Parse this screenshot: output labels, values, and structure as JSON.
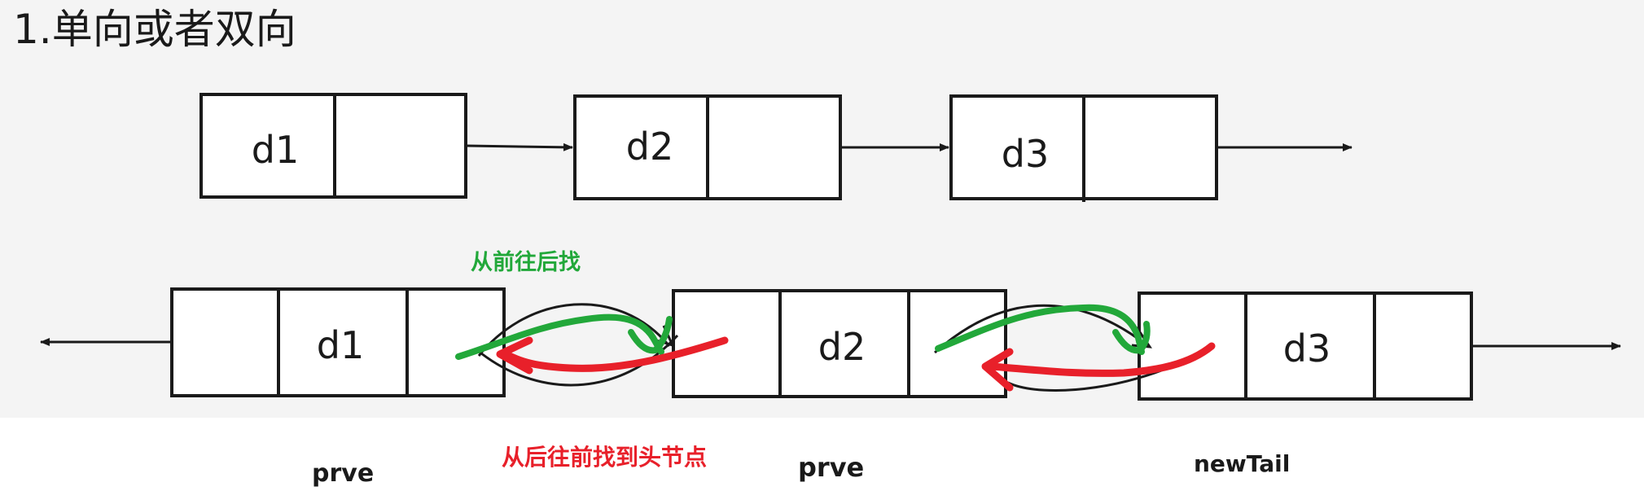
{
  "title": "1.单向或者双向",
  "singly_list": {
    "nodes": [
      {
        "label": "d1"
      },
      {
        "label": "d2"
      },
      {
        "label": "d3"
      }
    ]
  },
  "doubly_list": {
    "nodes": [
      {
        "label": "d1"
      },
      {
        "label": "d2"
      },
      {
        "label": "d3"
      }
    ]
  },
  "annotations": {
    "forward_text": "从前往后找",
    "backward_text": "从后往前找到头节点",
    "forward_color": "#22a83a",
    "backward_color": "#e8202a"
  },
  "pointer_labels": {
    "label_1": "prve",
    "label_2": "prve",
    "label_3": "newTail"
  }
}
